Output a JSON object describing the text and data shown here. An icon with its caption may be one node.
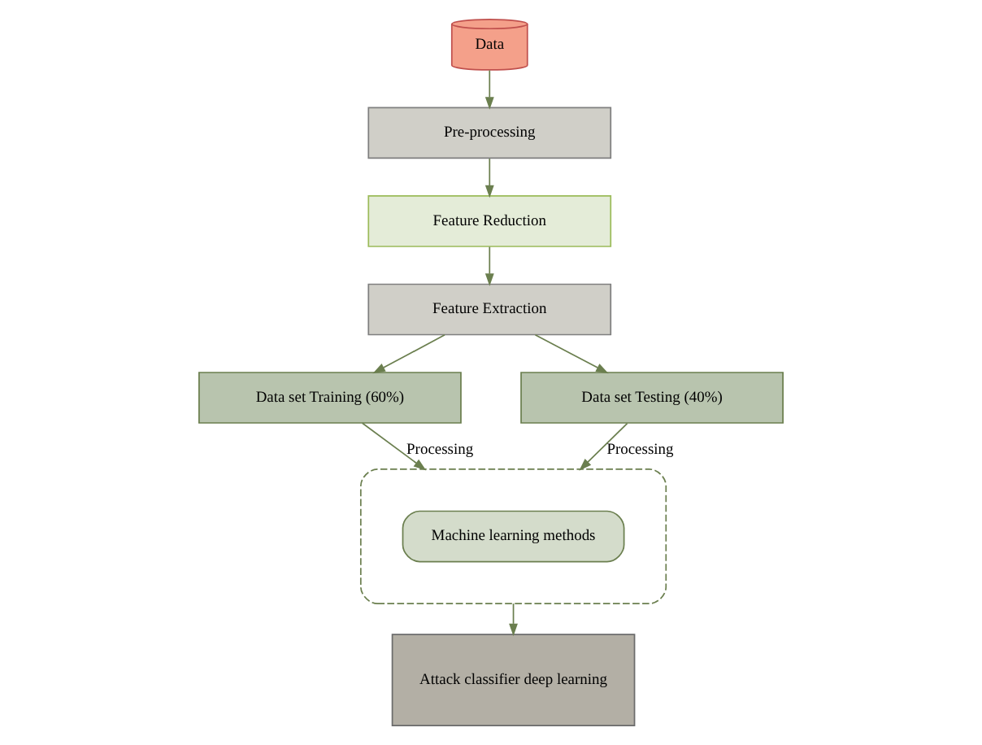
{
  "diagram": {
    "nodes": [
      {
        "text": [
          "Data"
        ]
      },
      {
        "text": [
          "Pre-processing"
        ]
      },
      {
        "text": [
          "Feature Reduction"
        ]
      },
      {
        "text": [
          "Feature Extraction"
        ]
      },
      {
        "text": [
          "Data set Training (60%)"
        ]
      },
      {
        "text": [
          "Data set Testing (40%)"
        ]
      },
      {
        "text": [],
        "shape": "box"
      },
      {
        "text": [
          "Machine learning methods"
        ],
        "in": 6
      },
      {
        "text": [
          "Attack classifier deep learning"
        ]
      }
    ],
    "edges": [
      {
        "from": 0,
        "to": 1,
        "arrow": "to"
      },
      {
        "from": 1,
        "to": 2,
        "arrow": "to"
      },
      {
        "from": 2,
        "to": 3,
        "arrow": "to"
      },
      {
        "from": 3,
        "to": 4,
        "arrow": "to"
      },
      {
        "from": 3,
        "to": 5,
        "arrow": "to"
      },
      {
        "from": 4,
        "to": 6,
        "arrow": "to",
        "label": "Processing"
      },
      {
        "from": 5,
        "to": 6,
        "arrow": "to",
        "label": "Processing"
      },
      {
        "from": 6,
        "to": 8,
        "arrow": "to"
      }
    ]
  }
}
